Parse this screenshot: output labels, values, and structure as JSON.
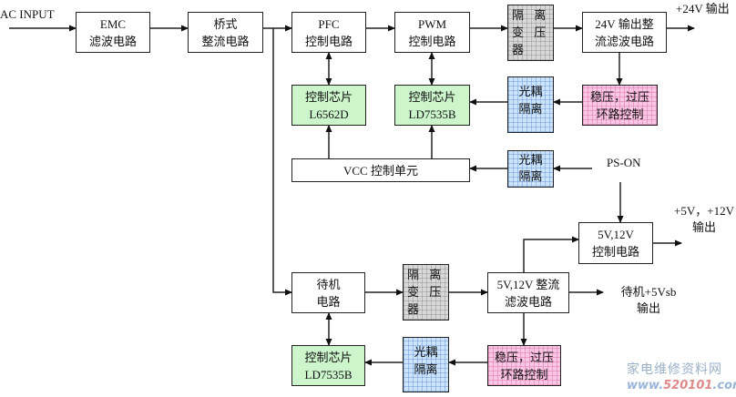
{
  "inputs": {
    "ac_input": "AC INPUT",
    "ps_on": "PS-ON"
  },
  "outputs": {
    "out_24v": "+24V 输出",
    "out_5v12v_line1": "+5V，+12V",
    "out_5v12v_line2": "输出",
    "standby_line1": "待机+5Vsb",
    "standby_line2": "输出"
  },
  "blocks": {
    "emc": [
      "EMC",
      "滤波电路"
    ],
    "bridge": [
      "桥式",
      "整流电路"
    ],
    "pfc": [
      "PFC",
      "控制电路"
    ],
    "pwm": [
      "PWM",
      "控制电路"
    ],
    "transformer_top": [
      "隔 离",
      "变 压",
      "器"
    ],
    "rect_24v": [
      "24V 输出整",
      "流滤波电路"
    ],
    "chip_l6562d": [
      "控制芯片",
      "L6562D"
    ],
    "chip_ld7535b_top": [
      "控制芯片",
      "LD7535B"
    ],
    "opto_top": [
      "光耦",
      "隔离"
    ],
    "regulate_top": [
      "稳压，过压",
      "环路控制"
    ],
    "vcc": [
      "VCC 控制单元"
    ],
    "opto_mid": [
      "光耦",
      "隔离"
    ],
    "ctrl_5v12v": [
      "5V,12V",
      "控制电路"
    ],
    "standby": [
      "待机",
      "电路"
    ],
    "transformer_bottom": [
      "隔 离",
      "变 压",
      "器"
    ],
    "rect_5v12v": [
      "5V,12V 整流",
      "滤波电路"
    ],
    "chip_ld7535b_bottom": [
      "控制芯片",
      "LD7535B"
    ],
    "opto_bottom": [
      "光耦",
      "隔离"
    ],
    "regulate_bottom": [
      "稳压，过压",
      "环路控制"
    ]
  },
  "watermark": {
    "line1": "家电维修资料网",
    "line2_a": "www.",
    "line2_b": "520101",
    ".com": ".com"
  },
  "colors": {
    "chip": "#ccf5cc",
    "opto": "#cce4fb",
    "regulate": "#fbc6e6",
    "transformer": "#d8d8d8"
  }
}
